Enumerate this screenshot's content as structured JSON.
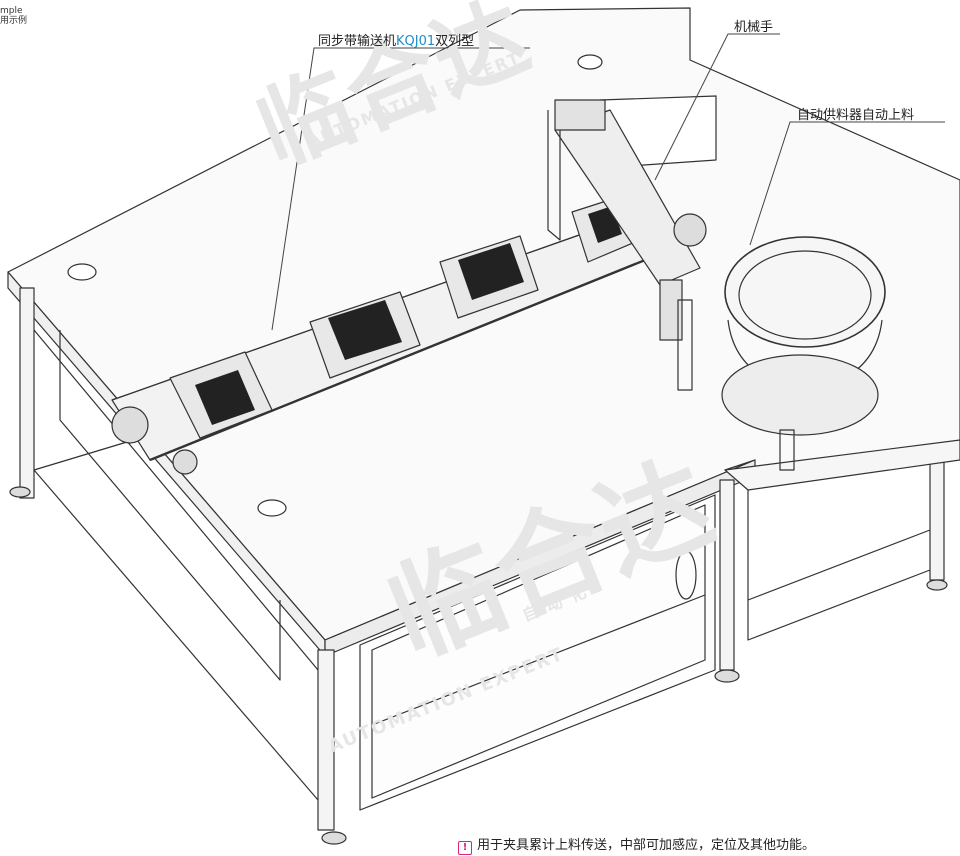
{
  "corner_caption": {
    "line1": "mple",
    "line2": "用示例"
  },
  "labels": {
    "conveyor_prefix": "同步带输送机",
    "conveyor_model": "KQJ01",
    "conveyor_suffix": "双列型",
    "robot_arm": "机械手",
    "feeder": "自动供料器自动上料"
  },
  "note": {
    "icon": "alert-icon",
    "text": "用于夹具累计上料传送，中部可加感应，定位及其他功能。"
  },
  "watermark": {
    "brand": "临合达",
    "sub": "AUTOMATION EXPERT",
    "cn": "自 动 化"
  },
  "colors": {
    "accent": "#1a8fc9",
    "note_icon": "#d6247f",
    "line": "#333333"
  }
}
